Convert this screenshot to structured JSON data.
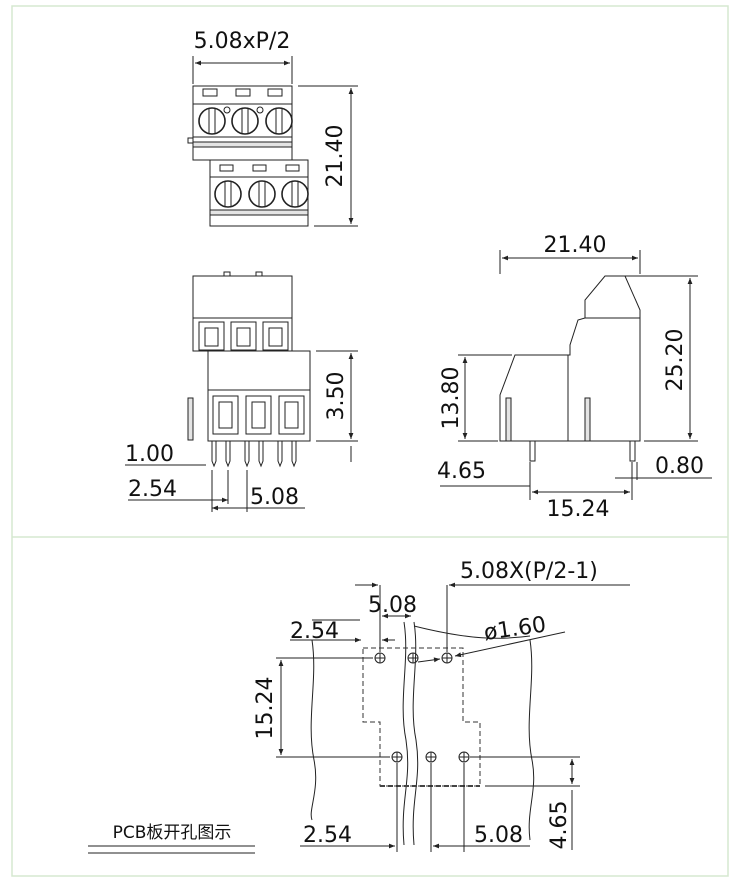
{
  "top_view": {
    "width_label": "5.08xP/2",
    "height_label": "21.40"
  },
  "front_view": {
    "height_label": "3.50",
    "pin_label": "1.00",
    "offset_label": "2.54",
    "pitch_label": "5.08"
  },
  "side_view": {
    "width_label": "21.40",
    "height_label": "25.20",
    "body_label": "13.80",
    "pin_length_label": "4.65",
    "pin_width_label": "0.80",
    "row_spacing_label": "15.24"
  },
  "pcb_layout": {
    "title": "PCB板开孔图示",
    "span_label": "5.08X(P/2-1)",
    "pitch_top_label": "5.08",
    "offset_top_label": "2.54",
    "hole_label": "ø1.60",
    "row_spacing_label": "15.24",
    "offset_bottom_label": "2.54",
    "pitch_bottom_label": "5.08",
    "edge_label": "4.65"
  },
  "colors": {
    "frame": "#d6e8d0",
    "line": "#222222"
  }
}
